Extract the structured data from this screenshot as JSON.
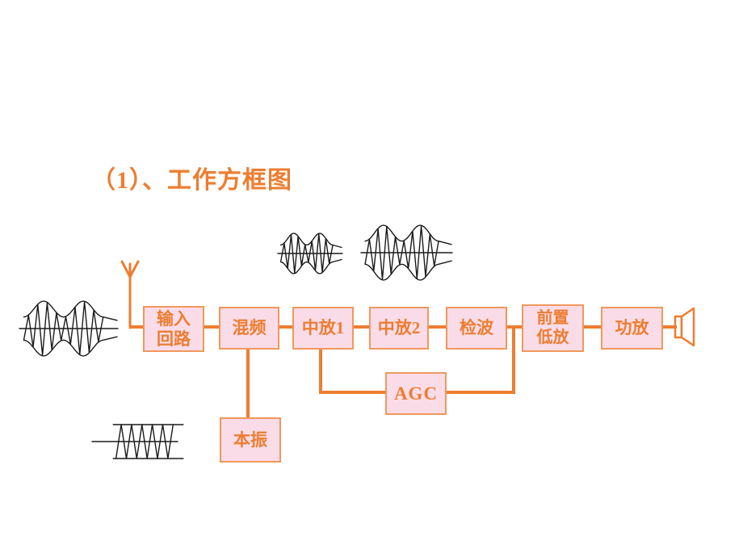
{
  "slide": {
    "title": "（1）、工作方框图"
  },
  "colors": {
    "accent_orange": "#ED7D31",
    "block_border": "#F0985C",
    "block_fill": "#FADCE8",
    "waveform_black": "#1A1A1A",
    "background": "#FFFFFF"
  },
  "blocks": [
    {
      "id": "input-circuit",
      "lines": [
        "输入",
        "回路"
      ]
    },
    {
      "id": "mixer",
      "lines": [
        "混频"
      ]
    },
    {
      "id": "if-amp-1",
      "lines": [
        "中放1"
      ]
    },
    {
      "id": "if-amp-2",
      "lines": [
        "中放2"
      ]
    },
    {
      "id": "detector",
      "lines": [
        "检波"
      ]
    },
    {
      "id": "pre-lf-amp",
      "lines": [
        "前置",
        "低放"
      ]
    },
    {
      "id": "power-amp",
      "lines": [
        "功放"
      ]
    },
    {
      "id": "agc",
      "lines": [
        "AGC"
      ]
    },
    {
      "id": "local-osc",
      "lines": [
        "本振"
      ]
    }
  ],
  "icons": {
    "antenna": "antenna-icon",
    "speaker": "speaker-icon",
    "am_wave": "am-modulated-wave-icon",
    "oscillator_wave": "constant-amplitude-wave-icon"
  }
}
